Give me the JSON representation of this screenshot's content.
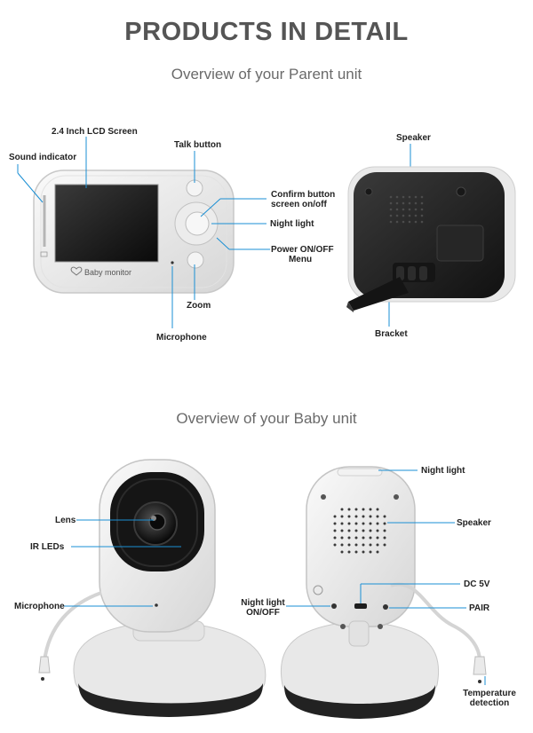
{
  "header": {
    "title": "PRODUCTS IN DETAIL",
    "parent_subtitle": "Overview of your Parent unit",
    "baby_subtitle": "Overview of your Baby unit"
  },
  "parent_unit": {
    "brand_text": "Baby monitor",
    "labels": {
      "lcd_screen": "2.4 Inch LCD Screen",
      "sound_indicator": "Sound indicator",
      "talk_button": "Talk button",
      "confirm_button_1": "Confirm button",
      "confirm_button_2": "screen on/off",
      "night_light": "Night light",
      "power_1": "Power ON/OFF",
      "power_2": "Menu",
      "zoom": "Zoom",
      "microphone": "Microphone",
      "speaker": "Speaker",
      "bracket": "Bracket"
    }
  },
  "baby_unit": {
    "labels": {
      "lens": "Lens",
      "ir_leds": "IR LEDs",
      "microphone": "Microphone",
      "night_light_top": "Night light",
      "speaker": "Speaker",
      "dc": "DC 5V",
      "night_onoff_1": "Night light",
      "night_onoff_2": "ON/OFF",
      "pair": "PAIR",
      "temp_1": "Temperature",
      "temp_2": "detection"
    }
  },
  "colors": {
    "callout_line": "#1a8fd4",
    "title_text": "#555555",
    "device_white": "#eeeeee",
    "device_black": "#2a2a2a"
  }
}
